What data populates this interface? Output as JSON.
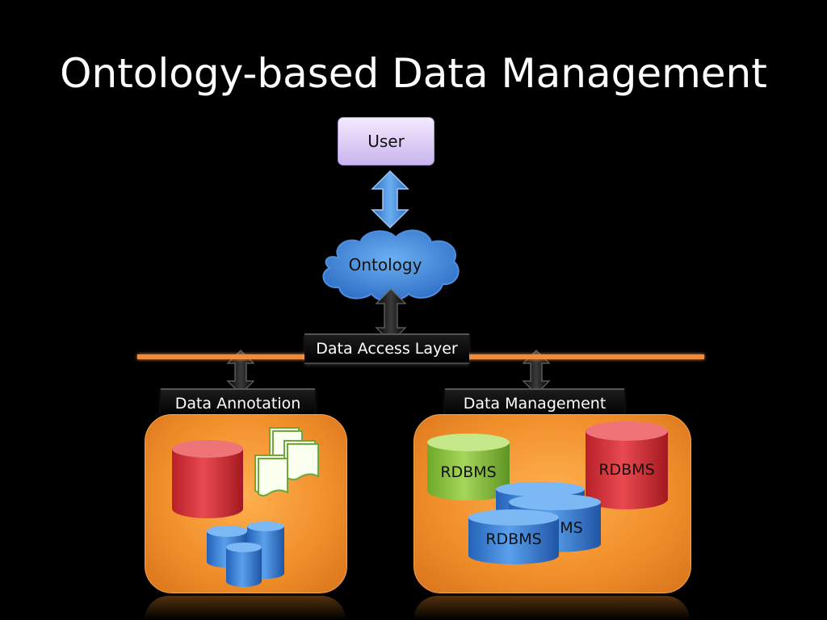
{
  "slide": {
    "title": "Ontology-based Data Management"
  },
  "nodes": {
    "user": "User",
    "ontology": "Ontology",
    "data_access_layer": "Data Access Layer",
    "data_annotation": "Data Annotation",
    "data_management": "Data Management"
  },
  "databases": {
    "green": "RDBMS",
    "red": "RDBMS",
    "blue_back": "RDBMS",
    "blue_front": "RDBMS"
  },
  "colors": {
    "background": "#000000",
    "panel_orange": "#f08e2a",
    "access_layer_line": "#f08a3c",
    "arrow_blue": "#3a86d8",
    "cylinder_red": "#d8343c",
    "cylinder_blue": "#3a7fd6",
    "cylinder_green": "#8cc43c",
    "user_box": "#d8c8f4"
  }
}
